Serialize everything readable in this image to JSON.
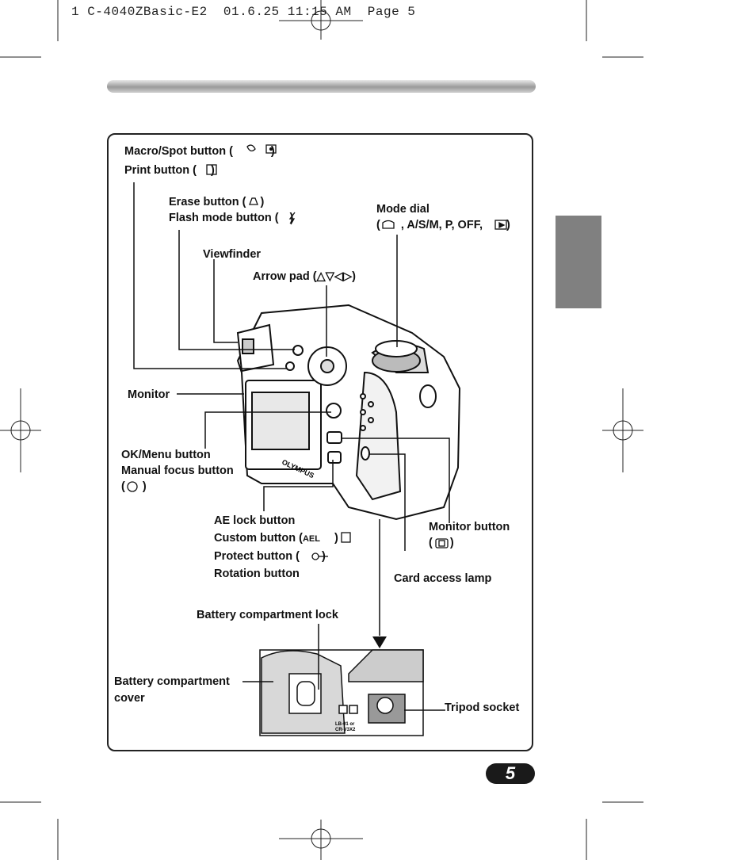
{
  "print_header": "1 C-4040ZBasic-E2  01.6.25 11:15 AM  Page 5",
  "labels": {
    "macro_spot": "Macro/Spot button (",
    "macro_spot_end": ")",
    "print": "Print button (",
    "print_end": ")",
    "erase": "Erase button (",
    "erase_end": ")",
    "flash": "Flash mode button (",
    "flash_end": ")",
    "viewfinder": "Viewfinder",
    "arrow_pad": "Arrow pad (△▽◁▷)",
    "mode_dial_1": "Mode dial",
    "mode_dial_2a": "(",
    "mode_dial_2b": ", A/S/M, P, OFF,",
    "mode_dial_2c": ")",
    "monitor": "Monitor",
    "ok_menu_1": "OK/Menu button",
    "ok_menu_2": "Manual focus button",
    "ok_menu_3a": "(",
    "ok_menu_3b": ")",
    "ae_lock": "AE lock button",
    "custom_a": "Custom button (",
    "custom_ael": "AEL",
    "custom_b": ")",
    "protect_a": "Protect button (",
    "protect_b": ")",
    "rotation": "Rotation button",
    "monitor_btn_1": "Monitor button",
    "monitor_btn_2a": "(",
    "monitor_btn_2b": ")",
    "card_lamp": "Card access lamp",
    "battery_lock": "Battery compartment lock",
    "battery_cover_1": "Battery compartment",
    "battery_cover_2": "cover",
    "tripod": "Tripod socket"
  },
  "camera": {
    "brand": "OLYMPUS",
    "battery_text_1": "LB-01 or",
    "battery_text_2": "CR-V3X2"
  },
  "page_number": "5",
  "colors": {
    "side_tab": "#808080",
    "badge": "#1a1a1a",
    "frame": "#222222"
  }
}
